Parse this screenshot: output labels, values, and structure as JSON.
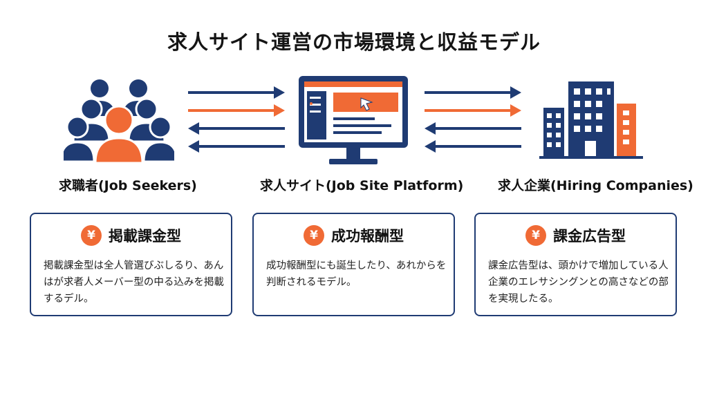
{
  "title": "求人サイト運営の市場環境と収益モデル",
  "colors": {
    "navy": "#1f3b73",
    "orange": "#f06a35"
  },
  "icons": {
    "seekers": "people-group-icon",
    "platform": "monitor-icon",
    "companies": "buildings-icon",
    "yen": "yen-icon",
    "arrows": "arrow-icon"
  },
  "labels": {
    "seekers": "求職者(Job Seekers)",
    "platform": "求人サイト(Job Site Platform)",
    "companies": "求人企業(Hiring Companies)"
  },
  "cards": [
    {
      "icon": "¥",
      "title": "掲載課金型",
      "body": "掲載課金型は全人管選びぶしるり、あんはが求者人メーバー型の中る込みを掲載するデル。"
    },
    {
      "icon": "¥",
      "title": "成功報酬型",
      "body": "成功報酬型にも誕生したり、あれからを判断されるモデル。"
    },
    {
      "icon": "¥",
      "title": "課金広告型",
      "body": "課金広告型は、頭かけで増加している人企業のエレサシングンとの高さなどの部を実現したる。"
    }
  ]
}
